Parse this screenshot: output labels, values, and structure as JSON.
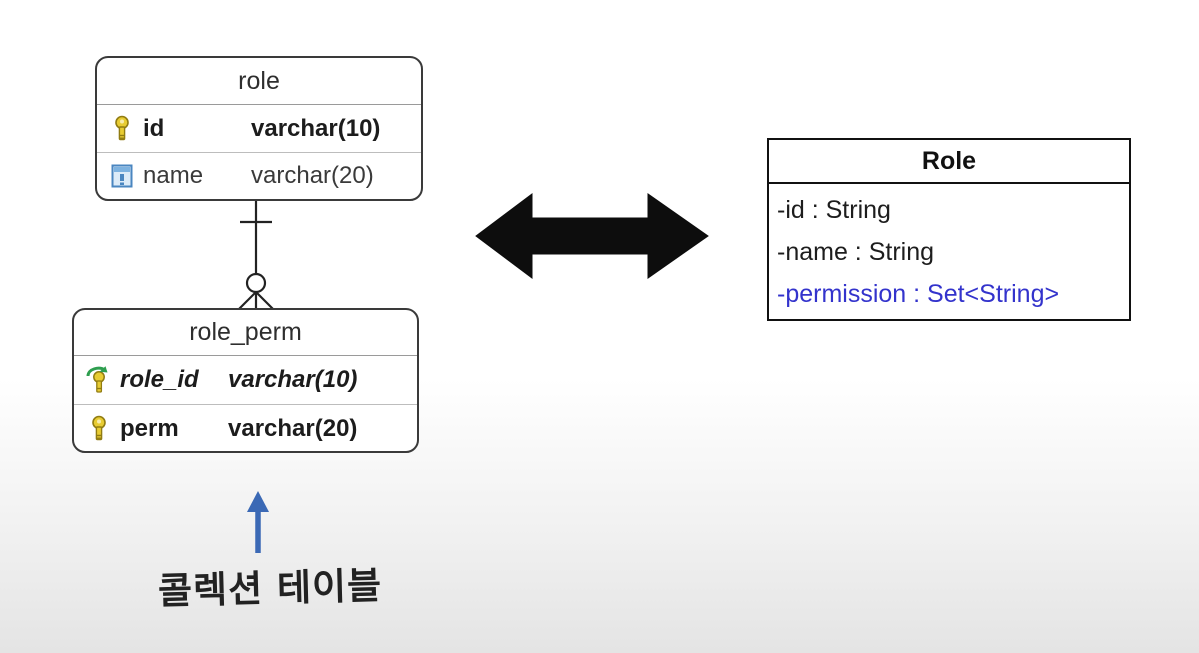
{
  "er": {
    "tables": [
      {
        "name": "role",
        "columns": [
          {
            "icon": "primary-key-icon",
            "name": "id",
            "type": "varchar(10)"
          },
          {
            "icon": "column-icon",
            "name": "name",
            "type": "varchar(20)"
          }
        ]
      },
      {
        "name": "role_perm",
        "columns": [
          {
            "icon": "foreign-primary-key-icon",
            "name": "role_id",
            "type": "varchar(10)"
          },
          {
            "icon": "primary-key-icon",
            "name": "perm",
            "type": "varchar(20)"
          }
        ]
      }
    ],
    "relationship": "one-to-zero-or-many"
  },
  "uml": {
    "class_name": "Role",
    "attributes": [
      {
        "text": "-id : String"
      },
      {
        "text": "-name : String"
      },
      {
        "text": "-permission : Set<String>",
        "accent": true
      }
    ]
  },
  "annotation": {
    "label": "콜렉션 테이블"
  },
  "colors": {
    "attribute_accent": "#3333cc",
    "key_gold": "#e8cc33",
    "key_gold_dark": "#917c12",
    "fk_green": "#2e9e4f",
    "arrow_blue": "#3b69b5",
    "arrow_black": "#0d0d0d"
  }
}
